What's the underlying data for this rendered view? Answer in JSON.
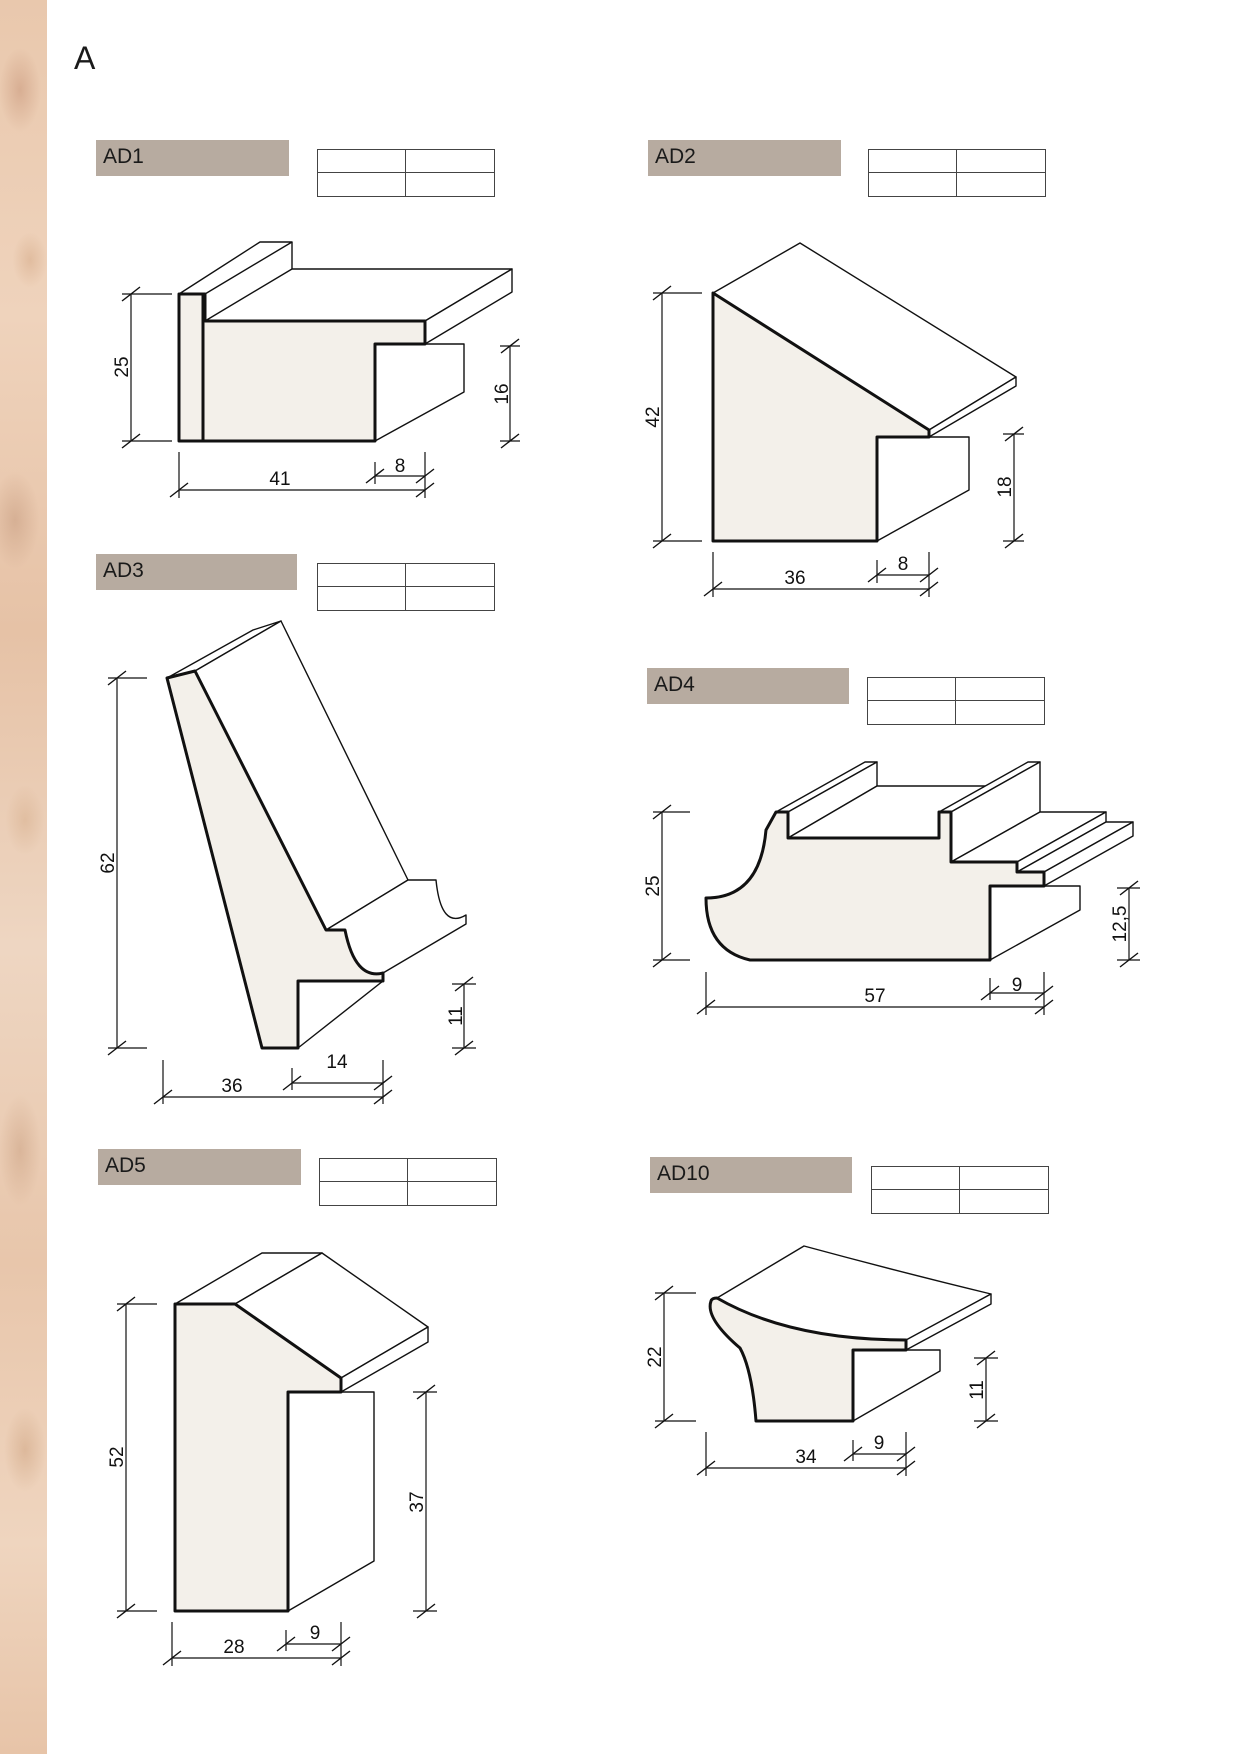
{
  "page_letter": "A",
  "profiles": [
    {
      "code": "AD1",
      "dims": [
        "25",
        "16",
        "41",
        "8"
      ]
    },
    {
      "code": "AD2",
      "dims": [
        "42",
        "18",
        "36",
        "8"
      ]
    },
    {
      "code": "AD3",
      "dims": [
        "62",
        "11",
        "36",
        "14"
      ]
    },
    {
      "code": "AD4",
      "dims": [
        "25",
        "12,5",
        "57",
        "9"
      ]
    },
    {
      "code": "AD5",
      "dims": [
        "52",
        "37",
        "28",
        "9"
      ]
    },
    {
      "code": "AD10",
      "dims": [
        "22",
        "11",
        "34",
        "9"
      ]
    }
  ],
  "colors": {
    "label_bg": "#b7aba0",
    "profile_face": "#f3f0ea",
    "wood_strip": "#e9c8ad"
  }
}
